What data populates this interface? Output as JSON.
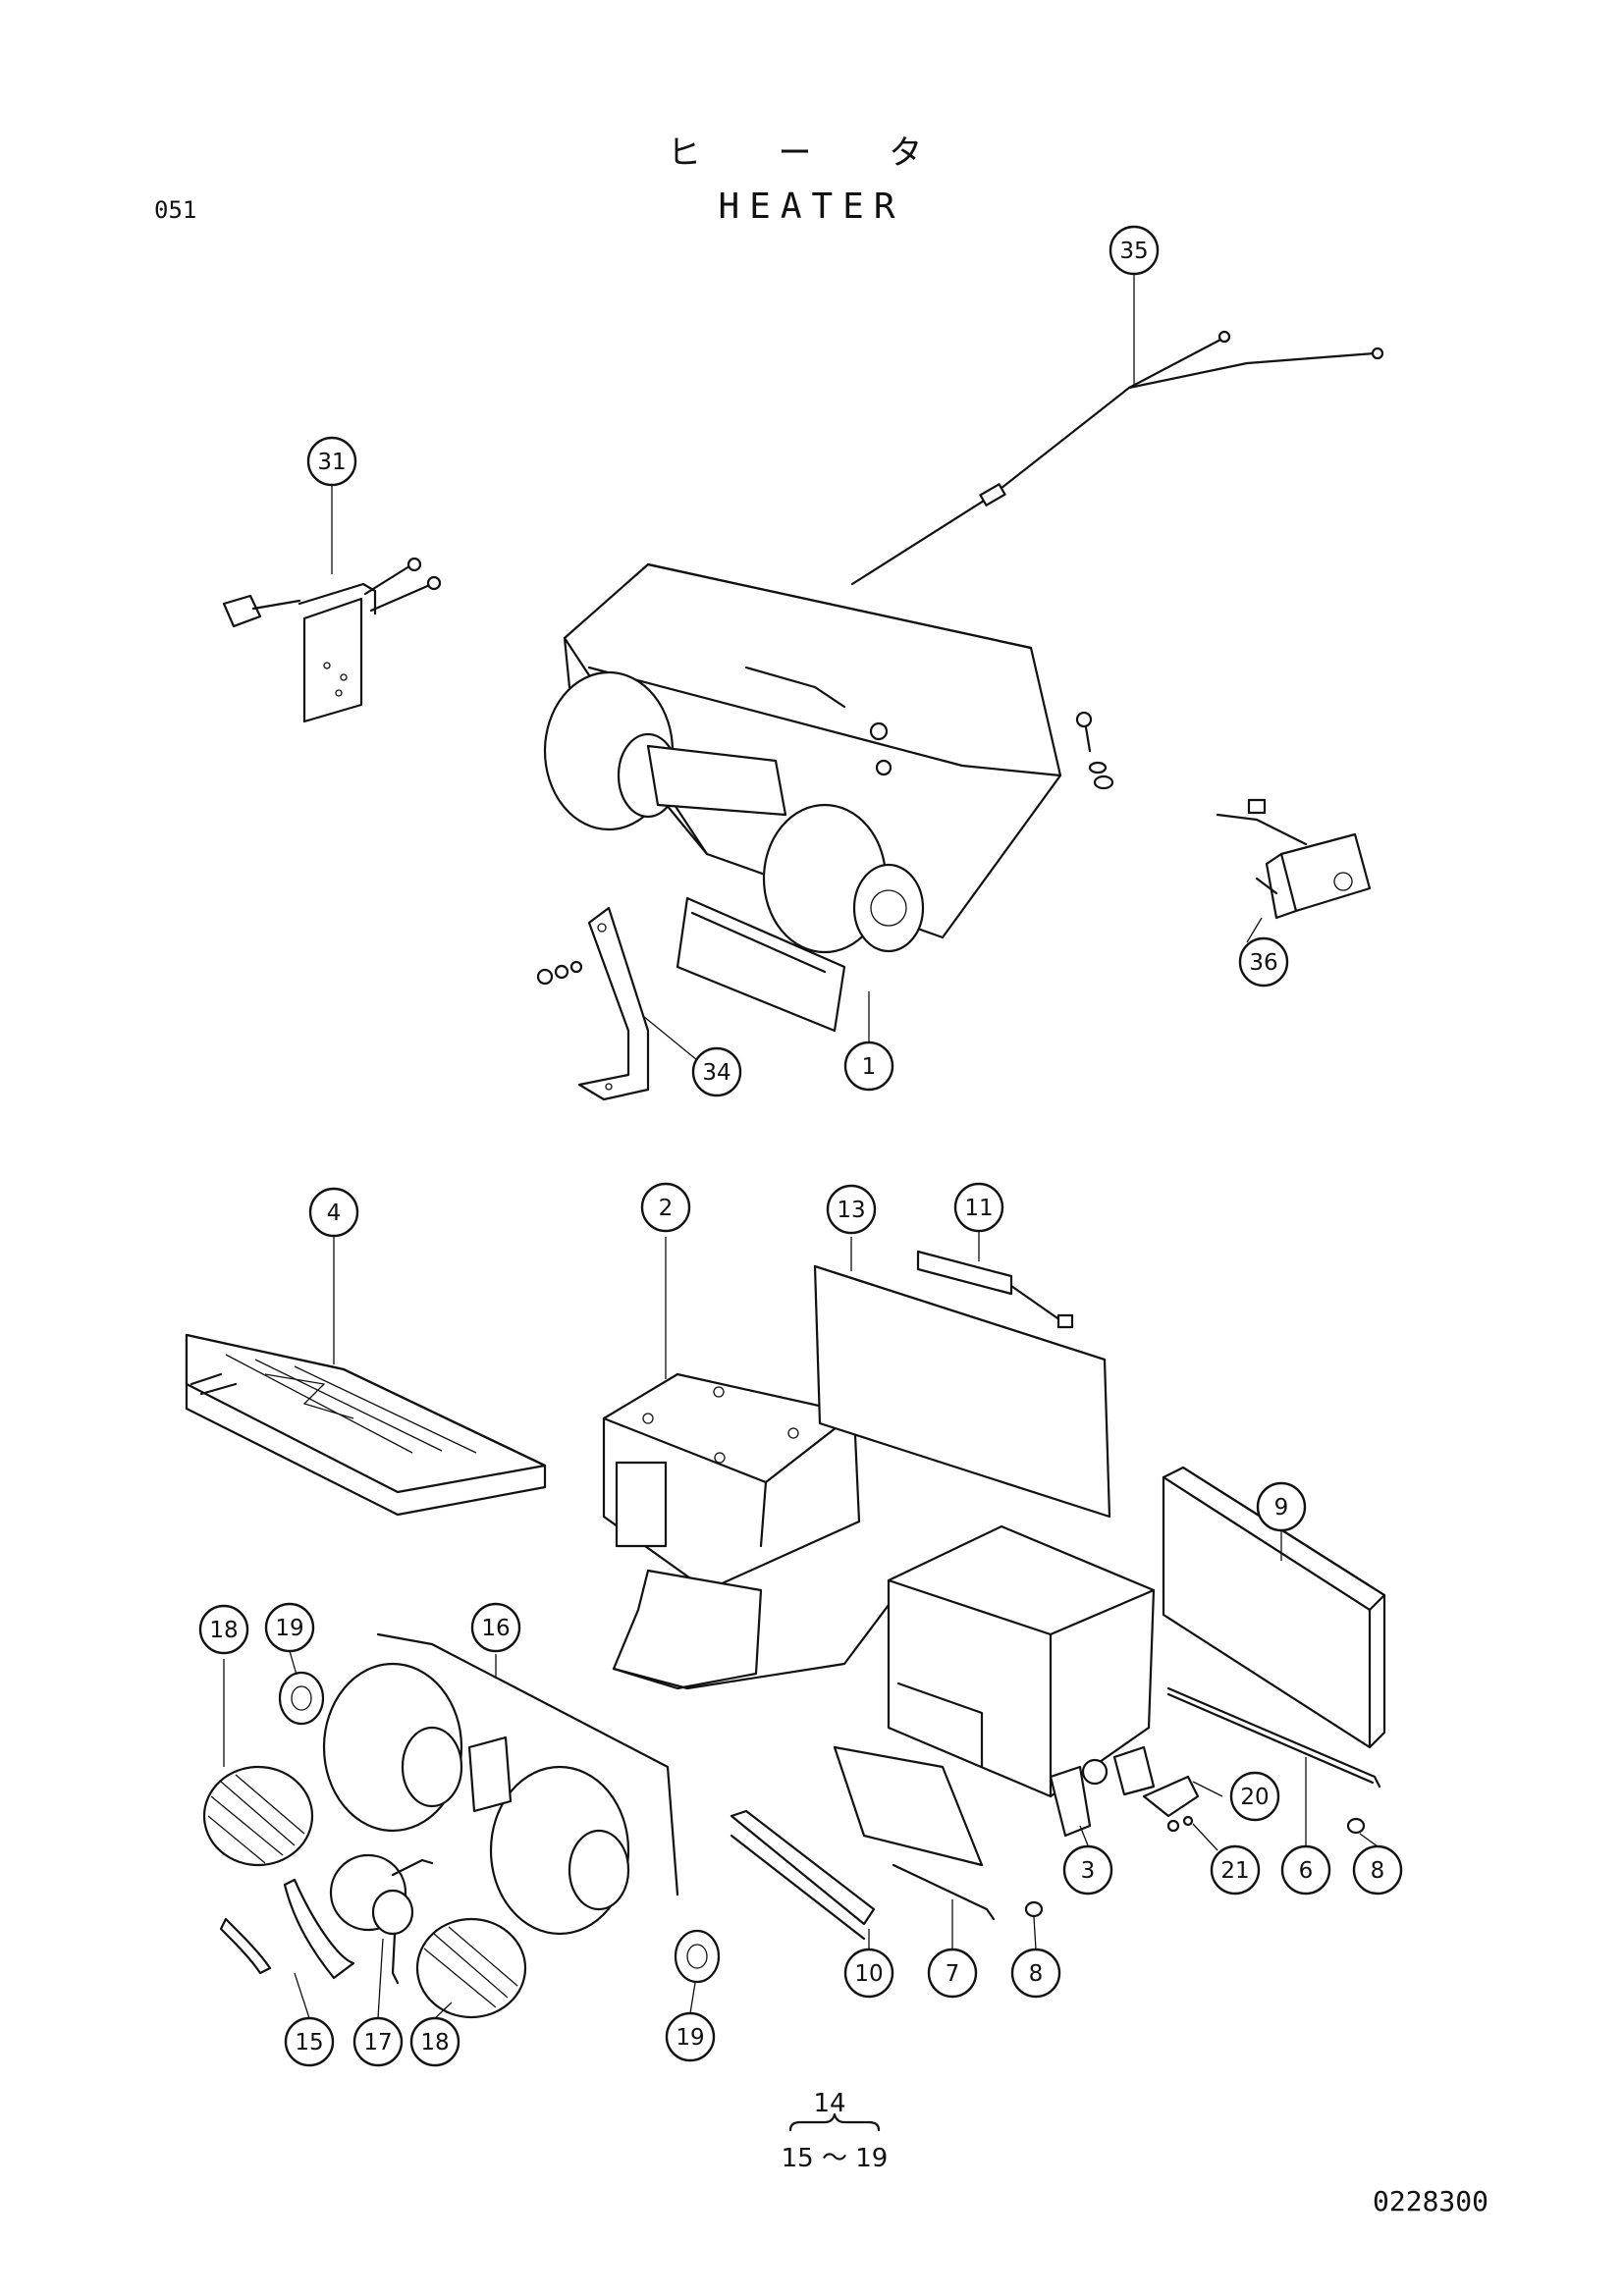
{
  "header": {
    "title_jp": "ヒ ー タ",
    "title_en": "HEATER",
    "page_code": "051"
  },
  "footer": {
    "subassembly_top": "14",
    "subassembly_range": "15 ～ 19",
    "doc_number": "0228300"
  },
  "callouts": {
    "c35": "35",
    "c31": "31",
    "c36": "36",
    "c34": "34",
    "c1": "1",
    "c4": "4",
    "c2": "2",
    "c13": "13",
    "c11": "11",
    "c9": "9",
    "c18a": "18",
    "c19a": "19",
    "c16": "16",
    "c20": "20",
    "c21": "21",
    "c3": "3",
    "c6": "6",
    "c8a": "8",
    "c10": "10",
    "c7": "7",
    "c8b": "8",
    "c15": "15",
    "c17": "17",
    "c18b": "18",
    "c19b": "19"
  }
}
